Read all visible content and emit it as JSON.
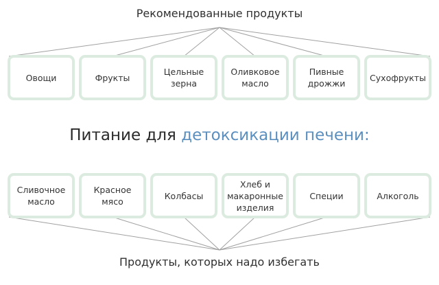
{
  "top_heading": "Рекомендованные продукты",
  "title": {
    "prefix": "Питание для ",
    "accent": "детоксикации печени:"
  },
  "bottom_heading": "Продукты, которых надо избегать",
  "recommended": [
    {
      "label": "Овощи"
    },
    {
      "label": "Фрукты"
    },
    {
      "label": "Цельные\nзерна"
    },
    {
      "label": "Оливковое\nмасло"
    },
    {
      "label": "Пивные\nдрожжи"
    },
    {
      "label": "Сухофрукты"
    }
  ],
  "avoid": [
    {
      "label": "Сливочное\nмасло"
    },
    {
      "label": "Красное\nмясо"
    },
    {
      "label": "Колбасы"
    },
    {
      "label": "Хлеб и\nмакаронные\nизделия"
    },
    {
      "label": "Специи"
    },
    {
      "label": "Алкоголь"
    }
  ],
  "colors": {
    "box_border": "#dcebe0",
    "accent": "#5b8fbf",
    "connector": "#a0a0a0"
  }
}
